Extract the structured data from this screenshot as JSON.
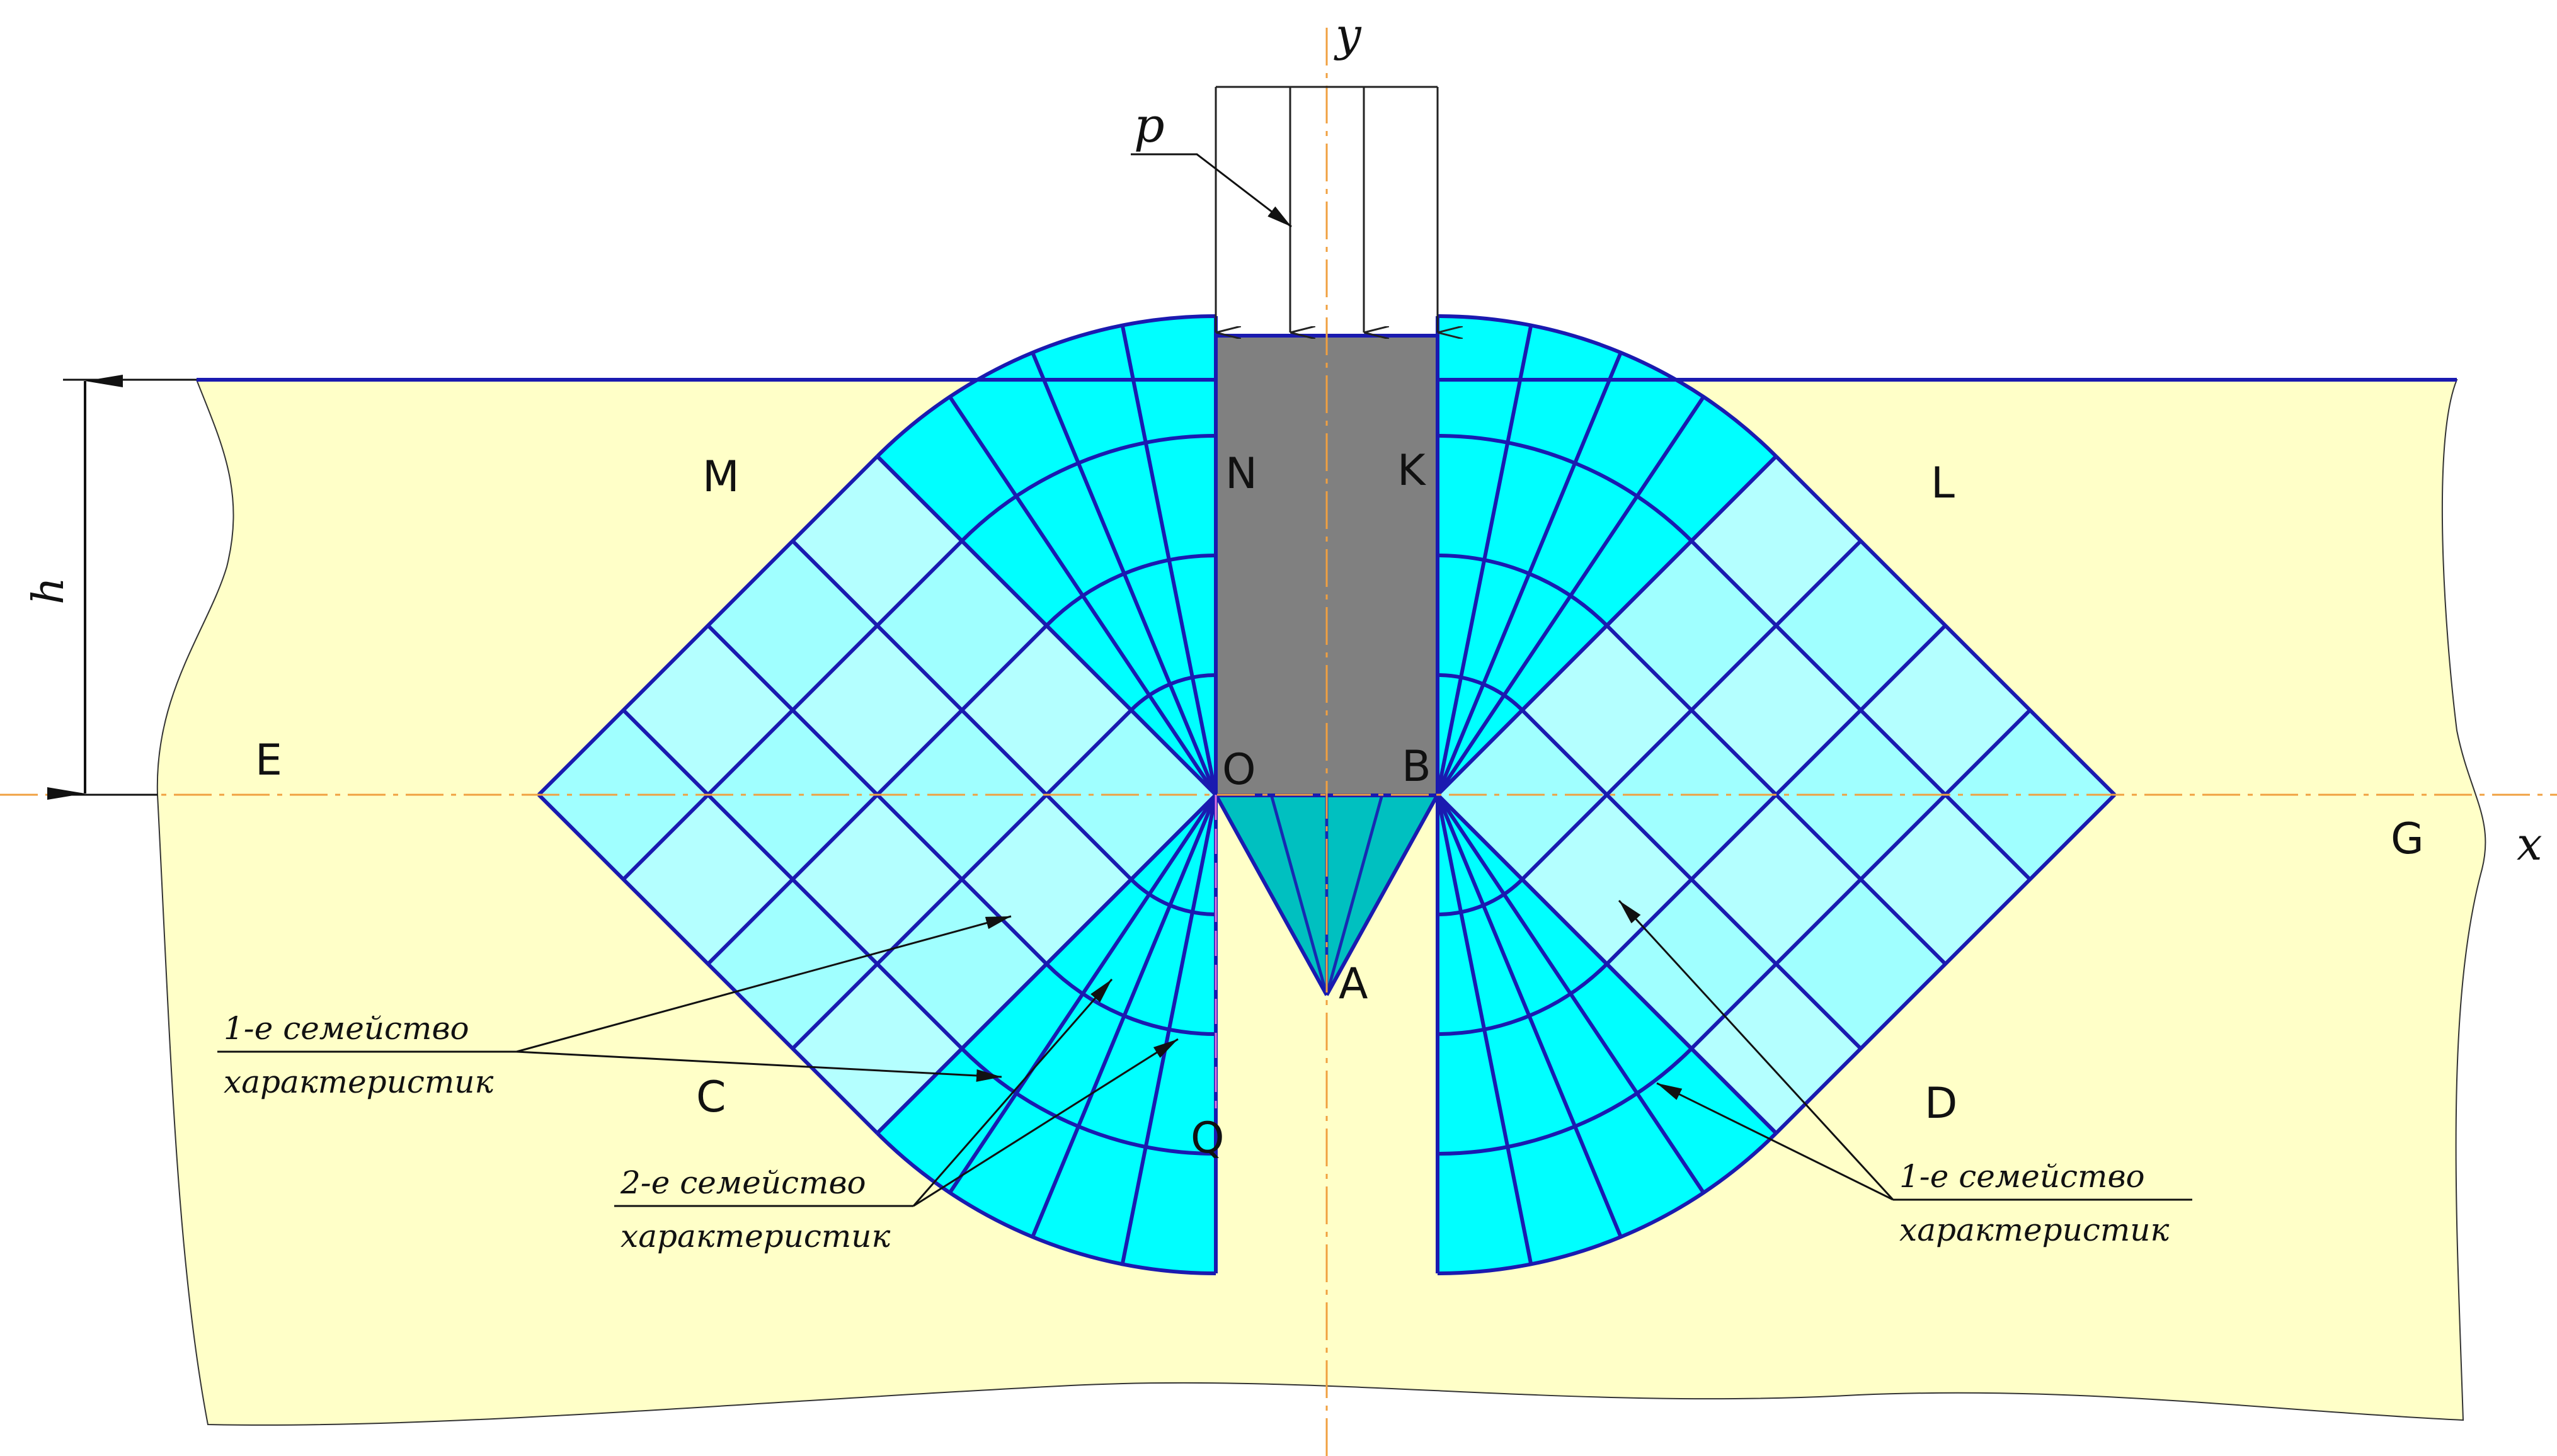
{
  "diagram": {
    "points": {
      "E": "E",
      "M": "M",
      "N": "N",
      "K": "K",
      "L": "L",
      "O": "O",
      "B": "B",
      "G": "G",
      "C": "C",
      "Q": "Q",
      "A": "A",
      "D": "D"
    },
    "axes": {
      "x": "x",
      "y": "y"
    },
    "load": "p",
    "depth": "h",
    "annotations": {
      "family1_left_line1": "1-е семейство",
      "family1_left_line2": "характеристик",
      "family2_line1": "2-е семейство",
      "family2_line2": "характеристик",
      "family1_right_line1": "1-е семейство",
      "family1_right_line2": "характеристик"
    },
    "colors": {
      "soil": "#ffffc8",
      "fan": "#00ffff",
      "grid": "#a0ffff",
      "wedge": "#00c0c0",
      "punch": "#808080",
      "lines": "#1a1ab0",
      "axis": "#f0a040"
    }
  }
}
